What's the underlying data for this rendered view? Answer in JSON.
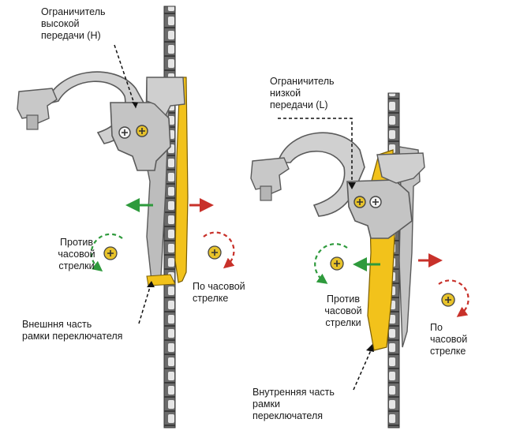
{
  "left_panel": {
    "high_limit_label": "Ограничитель\nвысокой\nпередачи (H)",
    "counter_clockwise_label": "Против\nчасовой\nстрелки",
    "clockwise_label": "По часовой\nстрелке",
    "cage_label": "Внешння часть\nрамки переключателя"
  },
  "right_panel": {
    "low_limit_label": "Ограничитель\nнизкой\nпередачи (L)",
    "counter_clockwise_label": "Против\nчасовой\nстрелки",
    "clockwise_label": "По\nчасовой\nстрелке",
    "cage_label": "Внутренняя часть\nрамки\nпереключателя"
  },
  "colors": {
    "metal": "#c9c9c9",
    "metal_outline": "#5a5a5a",
    "cage_yellow": "#f2c21b",
    "screw": "#e8c32a",
    "arrow_green": "#2e9a3c",
    "arrow_red": "#c8312a"
  }
}
